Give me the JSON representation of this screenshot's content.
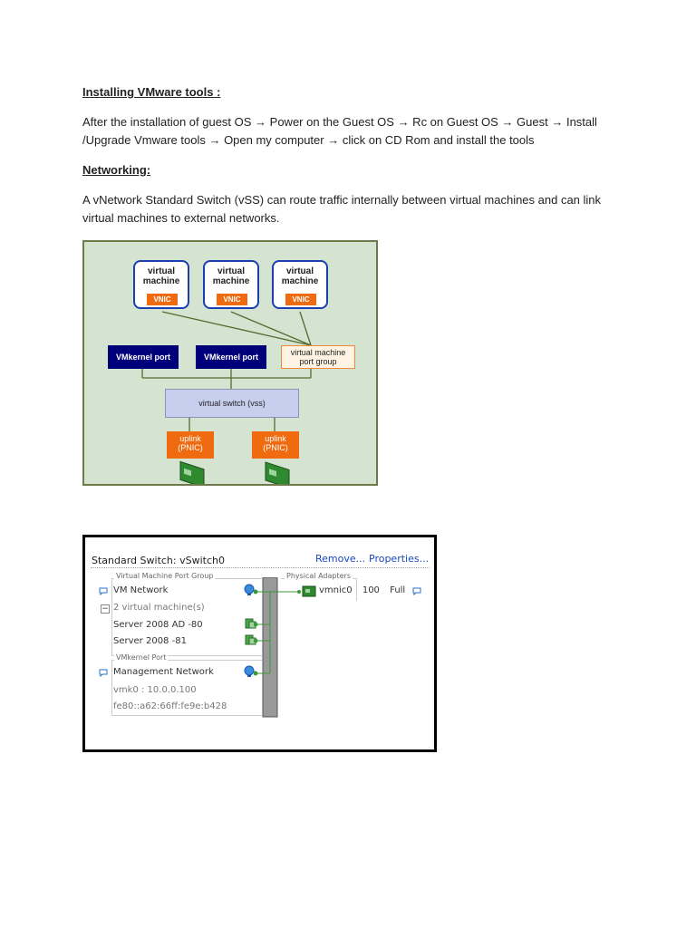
{
  "section1": {
    "heading": "Installing VMware tools :",
    "para_line1": "After the installation of guest OS → Power on the Guest OS →  Rc on Guest OS  → Guest → Install",
    "para_line2": "/Upgrade Vmware tools → Open my computer → click on CD Rom and install the tools"
  },
  "section2": {
    "heading": "Networking:",
    "para_line1": "A vNetwork Standard Switch (vSS) can route traffic internally between virtual machines and can link",
    "para_line2": "virtual machines to external networks."
  },
  "diagram": {
    "vm_label_1": "virtual",
    "vm_label_2": "machine",
    "vnic_label": "VNIC",
    "vmkernel_label": "VMkernel port",
    "port_group_line1": "virtual machine",
    "port_group_line2": "port group",
    "vswitch_label": "virtual switch (vss)",
    "uplink_line1": "uplink",
    "uplink_line2": "(PNIC)",
    "colors": {
      "background": "#d5e4d0",
      "vnic": "#f06b10",
      "vmkernel": "#00007a",
      "vswitch": "#c6cfee"
    }
  },
  "vswitch_panel": {
    "title": "Standard Switch: vSwitch0",
    "remove_link": "Remove...",
    "properties_link": "Properties...",
    "vm_port_group_legend": "Virtual Machine Port Group",
    "vm_network": "VM Network",
    "vm_count": "2 virtual machine(s)",
    "vm_1": "Server 2008 AD -80",
    "vm_2": "Server 2008  -81",
    "vmkernel_legend": "VMkernel Port",
    "management_network": "Management Network",
    "vmk_line1": "vmk0 : 10.0.0.100",
    "vmk_line2": "fe80::a62:66ff:fe9e:b428",
    "physical_adapters_legend": "Physical Adapters",
    "vmnic_name": "vmnic0",
    "vmnic_speed": "100",
    "vmnic_duplex": "Full",
    "collapse_symbol": "−"
  }
}
